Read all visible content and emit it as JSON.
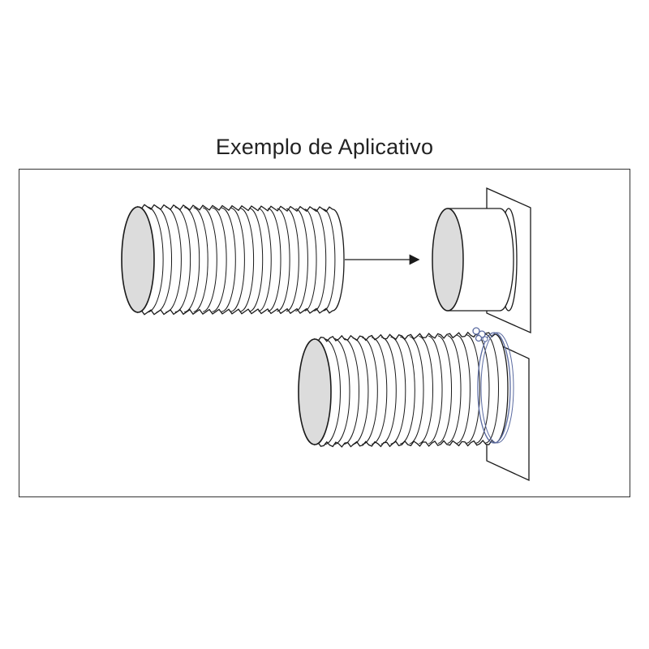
{
  "title": "Exemplo de Aplicativo",
  "colors": {
    "line": "#1a1a1a",
    "duct_end_fill": "#dcdcdc",
    "clamp": "#5a6aa0"
  },
  "figure": {
    "steps": [
      {
        "name": "flexible-duct-detached"
      },
      {
        "name": "arrow"
      },
      {
        "name": "wall-flange-collar"
      },
      {
        "name": "flexible-duct-attached-with-clamp"
      }
    ]
  }
}
